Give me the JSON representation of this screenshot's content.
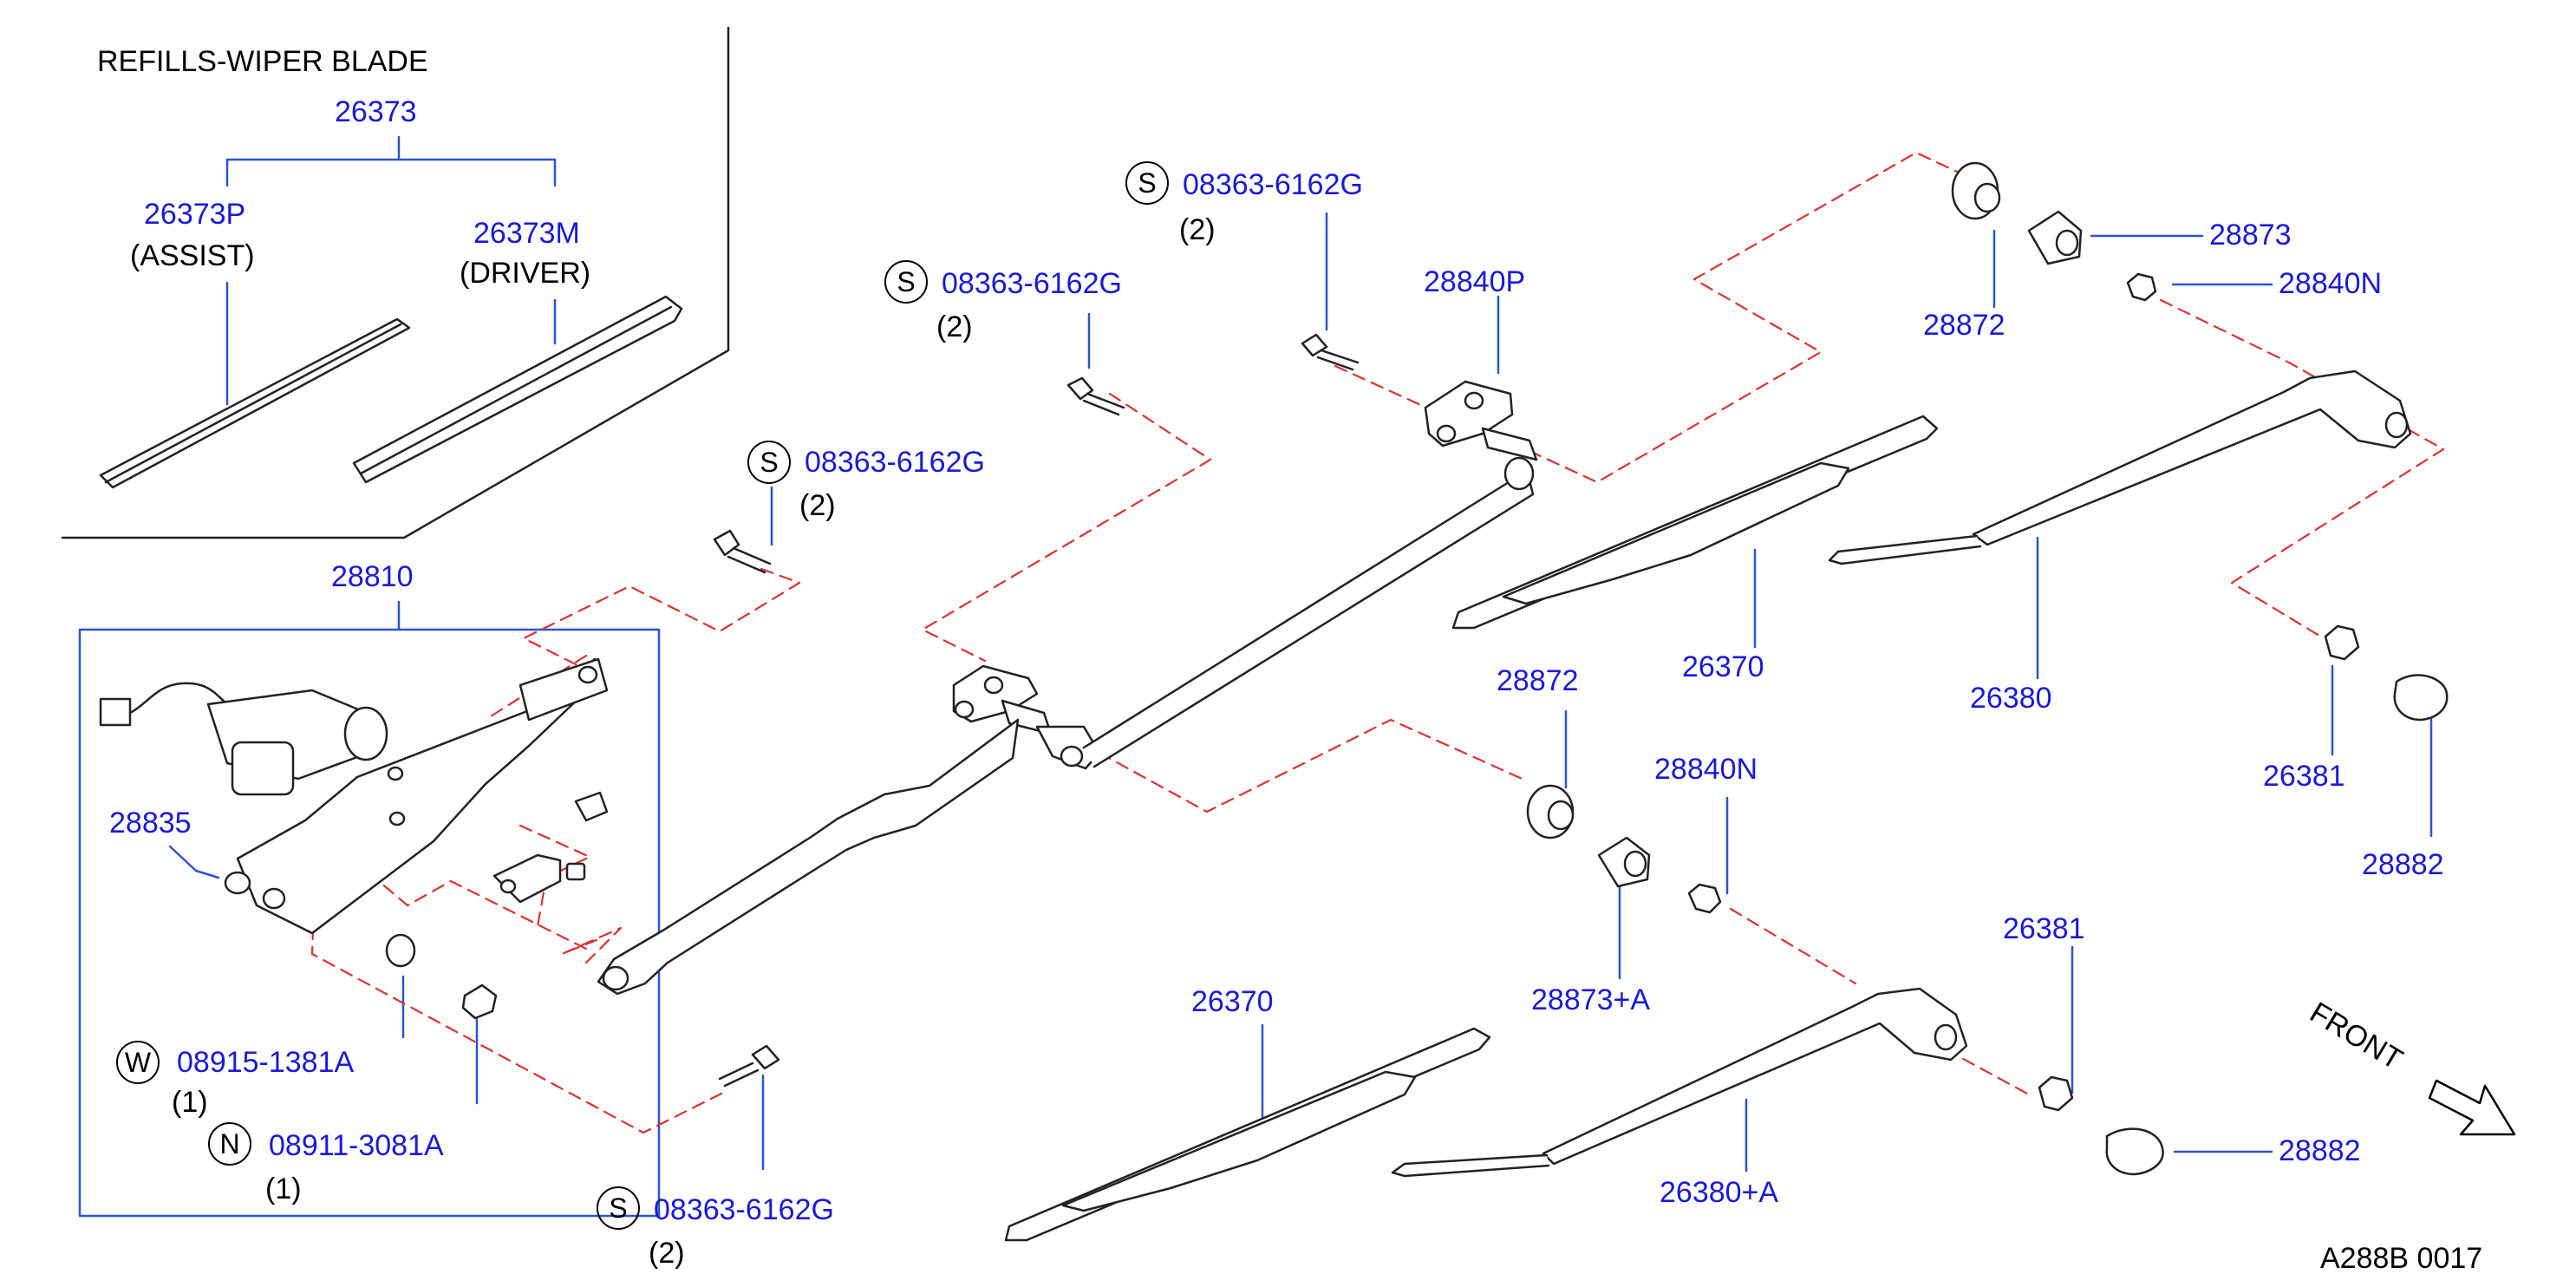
{
  "colors": {
    "part_number": "#1a1ad8",
    "text": "#000000",
    "leader_line": "#2b55c9",
    "dashed_line": "#e03030",
    "outline": "#222222"
  },
  "title": {
    "refills": "REFILLS-WIPER   BLADE"
  },
  "refills": {
    "set_number": "26373",
    "assist_number": "26373P",
    "assist_note": "(ASSIST)",
    "driver_number": "26373M",
    "driver_note": "(DRIVER)"
  },
  "screws": [
    {
      "symbol": "S",
      "number": "08363-6162G",
      "qty": "(2)"
    },
    {
      "symbol": "S",
      "number": "08363-6162G",
      "qty": "(2)"
    },
    {
      "symbol": "S",
      "number": "08363-6162G",
      "qty": "(2)"
    },
    {
      "symbol": "S",
      "number": "08363-6162G",
      "qty": "(2)"
    }
  ],
  "motor_assembly": {
    "number": "28810",
    "bracket": "28835",
    "washer": {
      "symbol": "W",
      "number": "08915-1381A",
      "qty": "(1)"
    },
    "nut": {
      "symbol": "N",
      "number": "08911-3081A",
      "qty": "(1)"
    }
  },
  "pivot": "28840P",
  "parts": {
    "cap_upper": "28872",
    "cap_lower": "28872",
    "bushing_upper": "28873",
    "bushing_lower": "28873+A",
    "nut_upper": "28840N",
    "nut_lower": "28840N",
    "blade_upper": "26370",
    "blade_lower": "26370",
    "arm_upper": "26380",
    "arm_lower": "26380+A",
    "arm_nut_upper": "26381",
    "arm_nut_lower": "26381",
    "arm_cap_upper": "28882",
    "arm_cap_lower": "28882"
  },
  "front_label": "FRONT",
  "diagram_code": "A288B   0017"
}
